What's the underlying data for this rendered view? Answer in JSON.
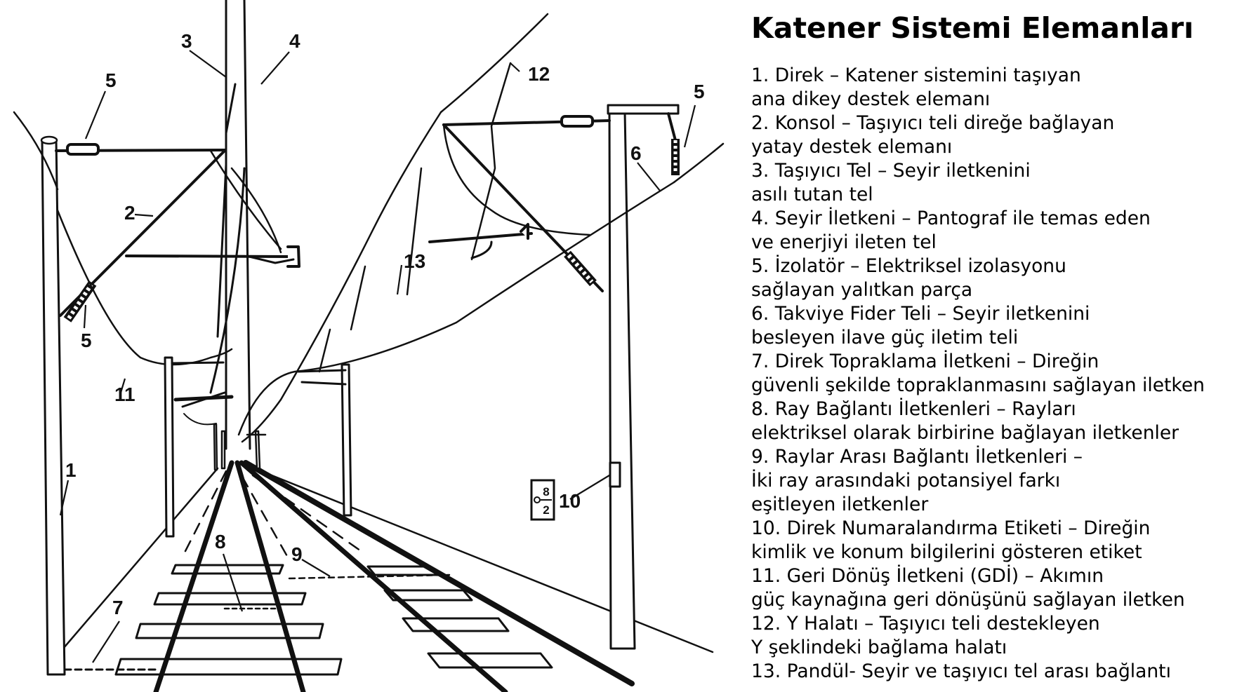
{
  "legend": {
    "title": "Katener Sistemi Elemanları",
    "items": [
      {
        "lines": [
          "1. Direk – Katener sistemini taşıyan",
          "ana dikey destek elemanı"
        ]
      },
      {
        "lines": [
          "2. Konsol – Taşıyıcı teli direğe bağlayan",
          "yatay destek elemanı"
        ]
      },
      {
        "lines": [
          "3. Taşıyıcı Tel – Seyir iletkenini",
          "asılı tutan tel"
        ]
      },
      {
        "lines": [
          "4. Seyir İletkeni – Pantograf ile temas eden",
          "ve enerjiyi ileten tel"
        ]
      },
      {
        "lines": [
          "5. İzolatör – Elektriksel izolasyonu",
          "sağlayan yalıtkan parça"
        ]
      },
      {
        "lines": [
          "6. Takviye Fider Teli – Seyir iletkenini",
          "besleyen ilave güç iletim teli"
        ]
      },
      {
        "lines": [
          "7. Direk Topraklama İletkeni – Direğin",
          "güvenli şekilde topraklanmasını sağlayan iletken"
        ]
      },
      {
        "lines": [
          "8. Ray Bağlantı İletkenleri – Rayları",
          "elektriksel olarak birbirine bağlayan iletkenler"
        ]
      },
      {
        "lines": [
          "9. Raylar Arası Bağlantı İletkenleri –",
          "İki ray arasındaki potansiyel farkı",
          "eşitleyen iletkenler"
        ]
      },
      {
        "lines": [
          "10. Direk Numaralandırma Etiketi – Direğin",
          "kimlik ve konum bilgilerini gösteren etiket"
        ]
      },
      {
        "lines": [
          "11. Geri Dönüş İletkeni (GDİ) – Akımın",
          "güç kaynağına geri dönüşünü sağlayan iletken"
        ]
      },
      {
        "lines": [
          "12. Y Halatı – Taşıyıcı teli destekleyen",
          "Y şeklindeki bağlama halatı"
        ]
      },
      {
        "lines": [
          "13. Pandül- Seyir ve taşıyıcı tel arası bağlantı"
        ]
      }
    ]
  },
  "drawing": {
    "callouts": [
      "1",
      "2",
      "3",
      "4",
      "5",
      "5",
      "5",
      "6",
      "7",
      "8",
      "9",
      "10",
      "11",
      "12",
      "13"
    ],
    "pole_tag": [
      "8",
      "2"
    ]
  }
}
